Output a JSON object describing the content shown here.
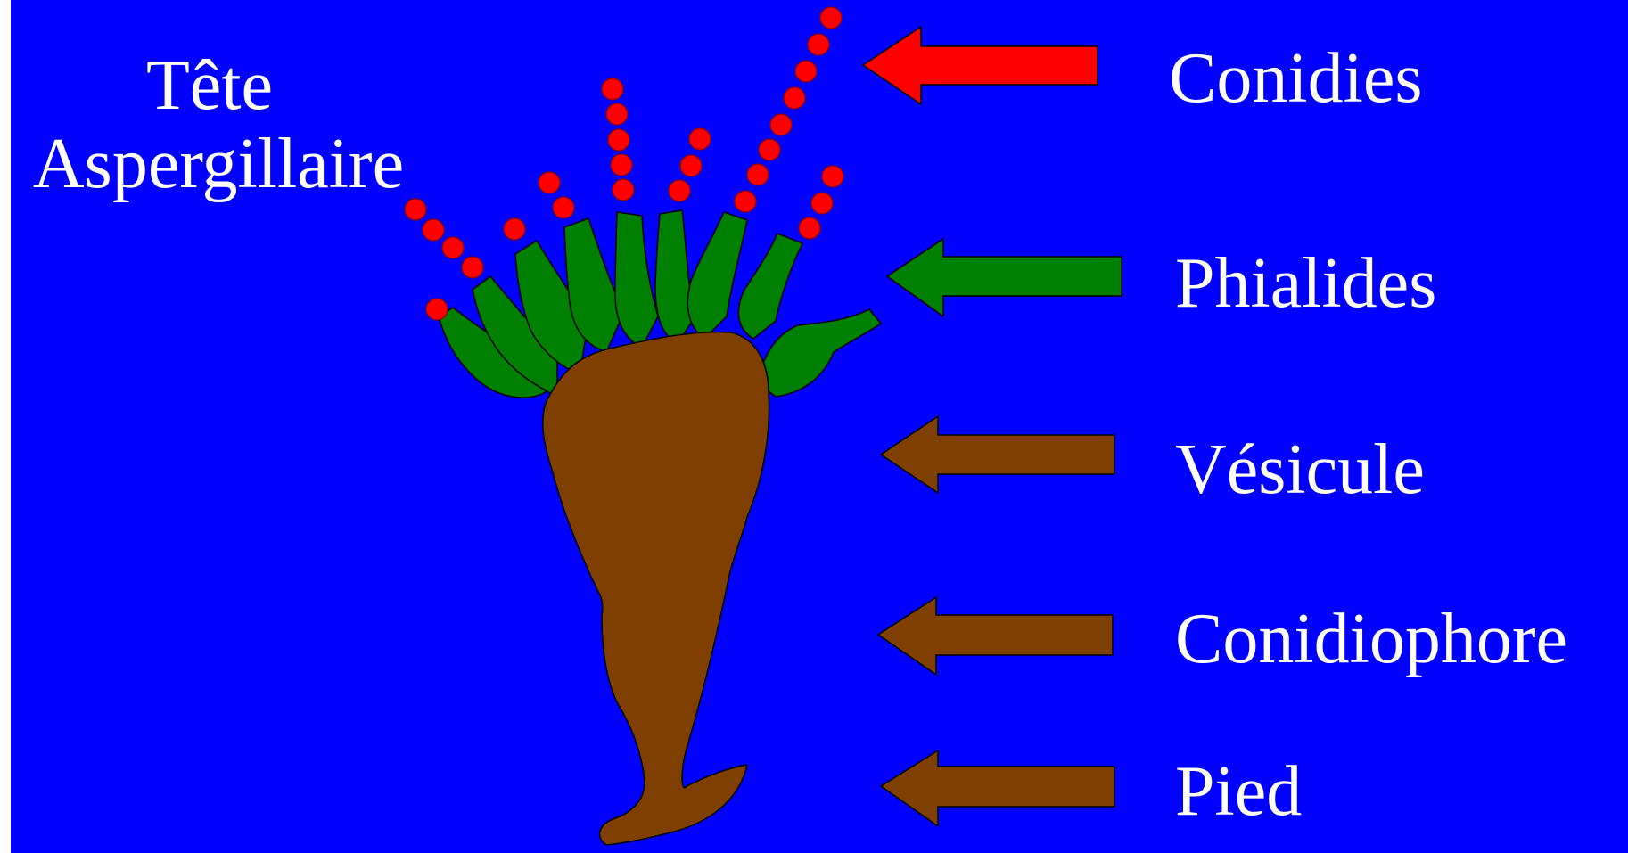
{
  "diagram": {
    "title_line1": "Tête",
    "title_line2": "Aspergillaire",
    "labels": {
      "conidies": "Conidies",
      "phialides": "Phialides",
      "vesicule": "Vésicule",
      "conidiophore": "Conidiophore",
      "pied": "Pied"
    }
  },
  "colors": {
    "background": "#0000FF",
    "conidia": "#FF0000",
    "phialides": "#008000",
    "body": "#7F3F00",
    "text": "#FFFFFF"
  }
}
